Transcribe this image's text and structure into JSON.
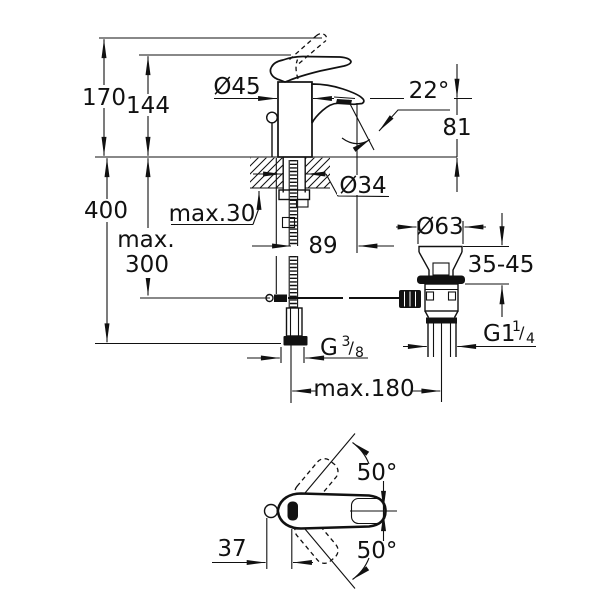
{
  "drawing": {
    "side_view": {
      "overall_height": "170",
      "handle_height": "144",
      "body_diameter": "Ø45",
      "spout_angle": "22°",
      "outlet_height": "81",
      "below_deck_height": "400",
      "deck_thickness_max": "max.30",
      "hole_diameter": "Ø34",
      "rod_length_line1": "max.",
      "rod_length_line2": "300",
      "spout_reach": "89",
      "waste_flange_diameter": "Ø63",
      "clamping_range": "35-45",
      "hose_thread": {
        "main": "G",
        "numerator": "3",
        "slash": "/",
        "denominator": "8"
      },
      "waste_thread": {
        "main": "G1",
        "numerator": "1",
        "slash": "/",
        "denominator": "4"
      },
      "center_distance_max": "max.180"
    },
    "top_view": {
      "swivel_angle_up": "50°",
      "swivel_angle_down": "50°",
      "handle_offset": "37"
    },
    "colors": {
      "ink": "#111111",
      "paper": "#ffffff"
    }
  }
}
